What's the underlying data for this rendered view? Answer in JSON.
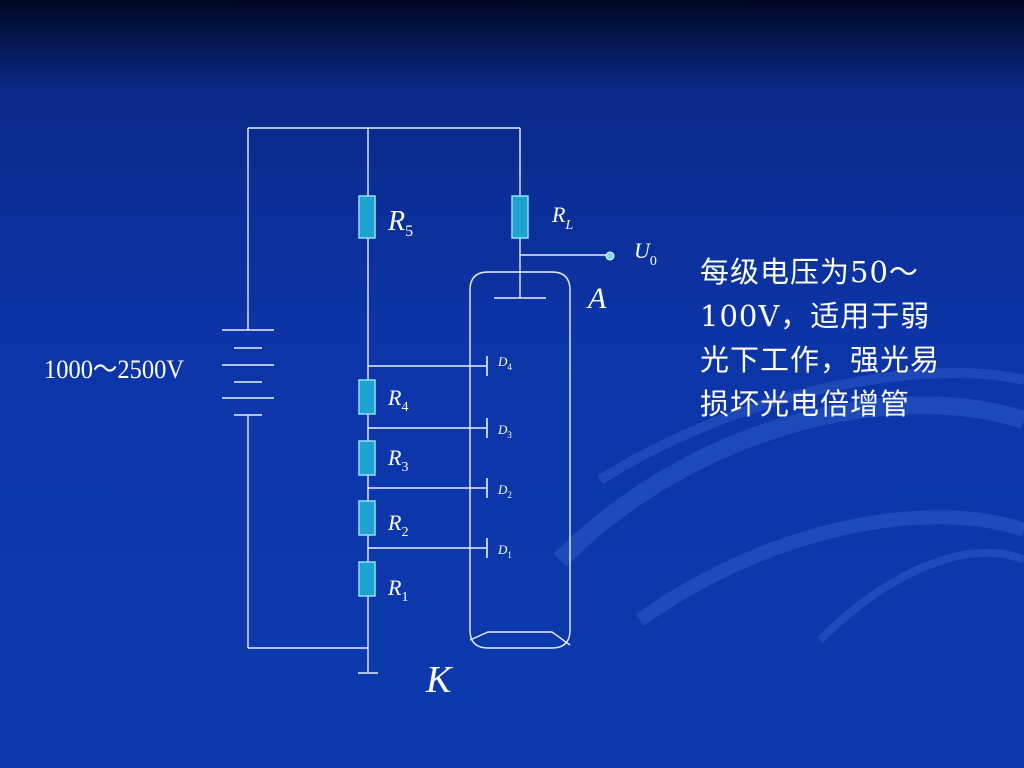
{
  "caption": "每级电压为50～100V，适用于弱光下工作，强光易损坏光电倍增管",
  "supply_voltage": "1000～2500V",
  "resistors": [
    {
      "letter": "R",
      "sub": "5"
    },
    {
      "letter": "R",
      "sub": "4"
    },
    {
      "letter": "R",
      "sub": "3"
    },
    {
      "letter": "R",
      "sub": "2"
    },
    {
      "letter": "R",
      "sub": "1"
    }
  ],
  "load_resistor": {
    "letter": "R",
    "sub": "L"
  },
  "output": {
    "letter": "U",
    "sub": "0"
  },
  "anode": "A",
  "cathode": "K",
  "dynodes": [
    {
      "letter": "D",
      "sub": "4"
    },
    {
      "letter": "D",
      "sub": "3"
    },
    {
      "letter": "D",
      "sub": "2"
    },
    {
      "letter": "D",
      "sub": "1"
    }
  ],
  "colors": {
    "background": "#0c35a8",
    "resistor": "#1ea3d0",
    "wire": "#e8eef8",
    "text": "#ffffff"
  }
}
